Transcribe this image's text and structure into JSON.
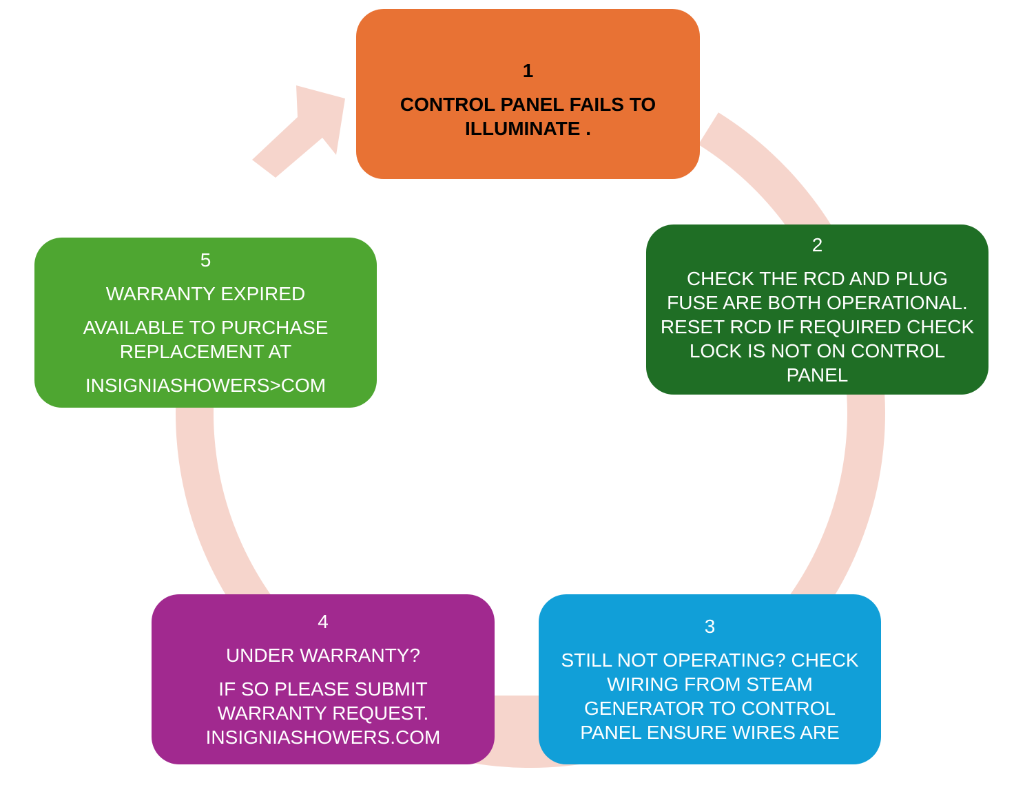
{
  "colors": {
    "arrow": "#f6d5cc",
    "step1": "#e87234",
    "step2": "#1f6e25",
    "step3": "#119fd8",
    "step4": "#a1298f",
    "step5": "#4ea631"
  },
  "steps": [
    {
      "number": "1",
      "lines": [
        "CONTROL PANEL FAILS TO ILLUMINATE ."
      ]
    },
    {
      "number": "2",
      "lines": [
        "CHECK THE RCD AND PLUG FUSE ARE BOTH OPERATIONAL. RESET RCD IF REQUIRED CHECK LOCK IS NOT ON CONTROL PANEL"
      ]
    },
    {
      "number": "3",
      "lines": [
        "STILL NOT OPERATING? CHECK WIRING FROM STEAM GENERATOR TO CONTROL PANEL ENSURE WIRES ARE"
      ]
    },
    {
      "number": "4",
      "lines": [
        "UNDER WARRANTY?",
        "IF SO PLEASE SUBMIT WARRANTY REQUEST. INSIGNIASHOWERS.COM"
      ]
    },
    {
      "number": "5",
      "lines": [
        "WARRANTY EXPIRED",
        "AVAILABLE TO  PURCHASE REPLACEMENT AT",
        "INSIGNIASHOWERS>COM"
      ]
    }
  ]
}
